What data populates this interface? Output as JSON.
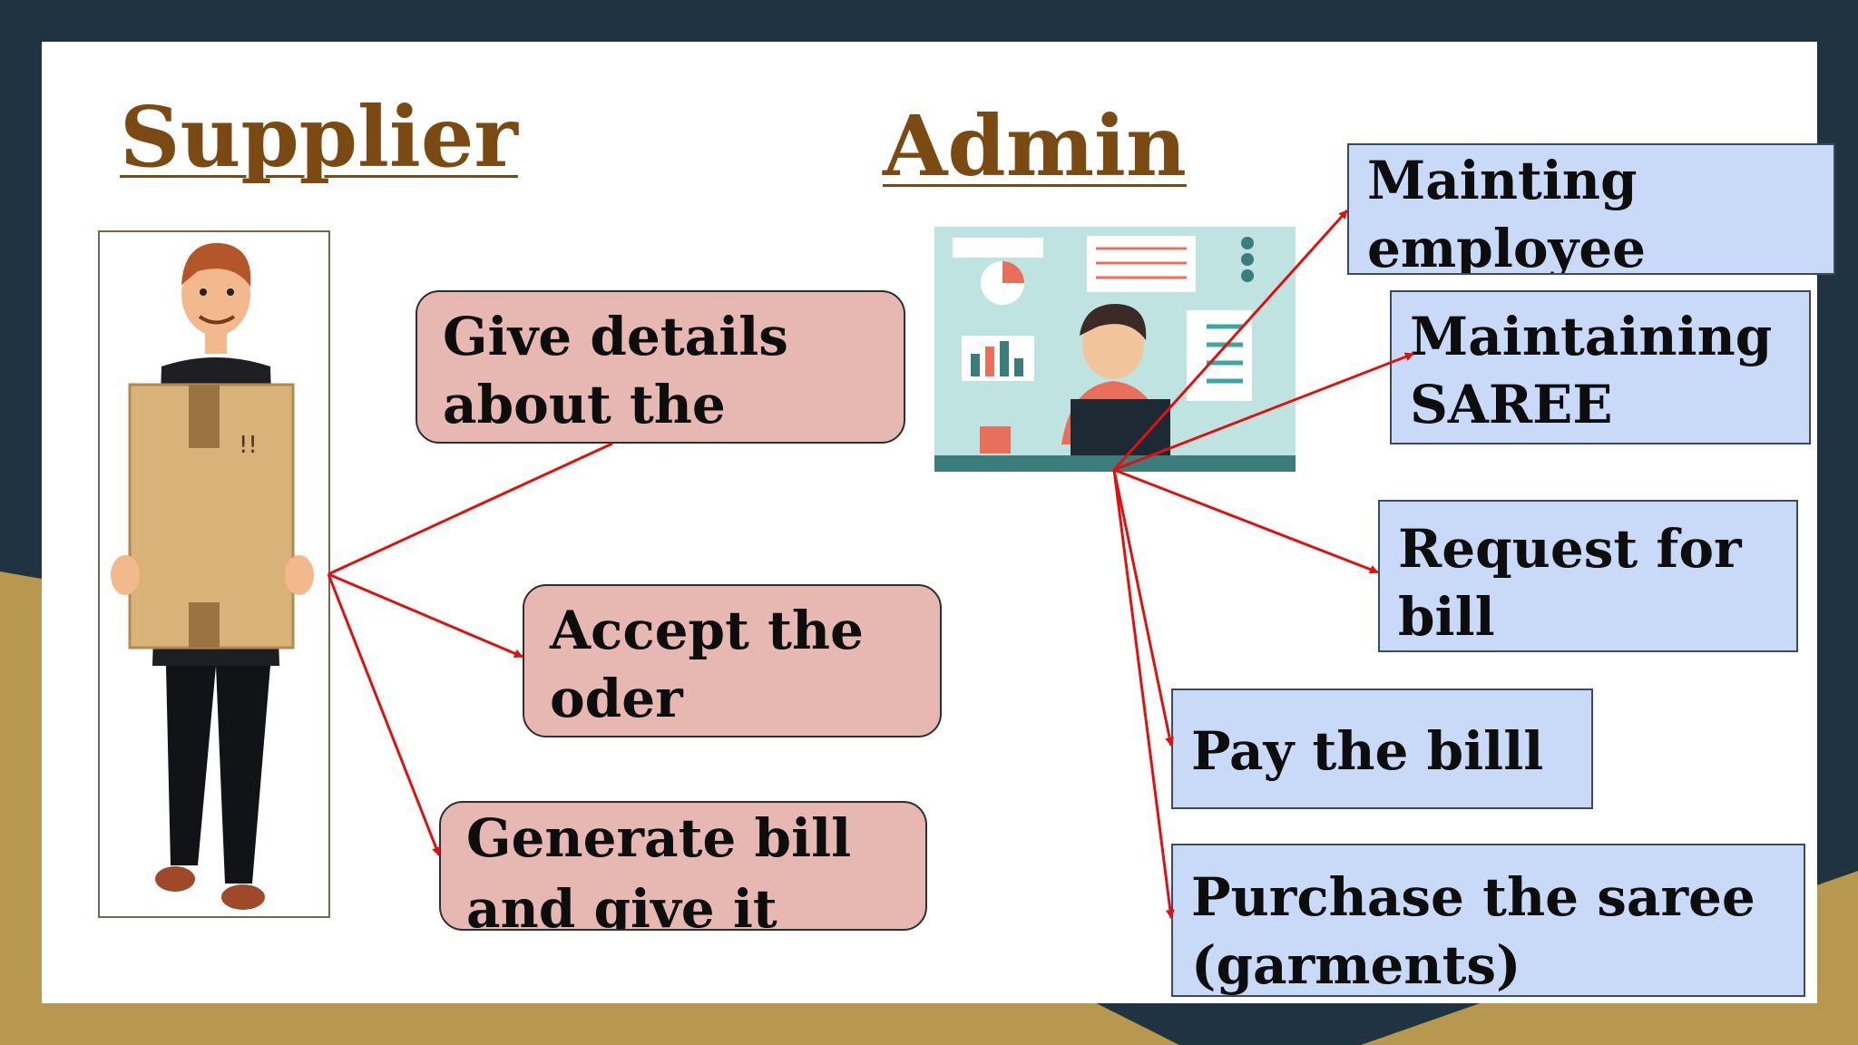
{
  "headings": {
    "supplier": "Supplier",
    "admin": "Admin"
  },
  "supplier_actions": [
    "Give details\nabout the saree",
    "Accept the\noder",
    "Generate bill\nand give it"
  ],
  "admin_actions": [
    "Mainting\nemployee details",
    "Maintaining\nSAREE  details",
    "Request for\nbill",
    "Pay the billl",
    "Purchase the saree\n(garments)"
  ],
  "illustrations": {
    "supplier": "delivery-man-with-box-icon",
    "admin": "admin-at-computer-icon"
  },
  "colors": {
    "heading": "#7a4a12",
    "supplier_box": "#e6b8b1",
    "admin_box": "#c9daf8",
    "arrow": "#e01010",
    "frame_dark": "#1f3440",
    "frame_gold": "#b8974f"
  }
}
